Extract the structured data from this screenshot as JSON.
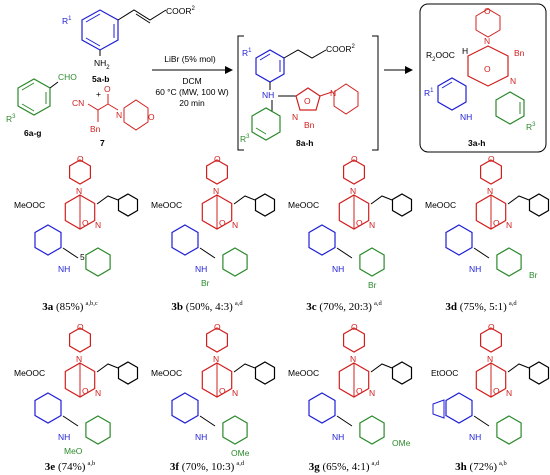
{
  "top": {
    "r1": "R",
    "r1_sup": "1",
    "nh2": "NH",
    "nh2_sub": "2",
    "ester": "COOR",
    "ester_sup": "2",
    "label_5": "5a-b",
    "plus": "+",
    "cho": "CHO",
    "r3": "R",
    "r3_sup": "3",
    "label_6": "6a-g",
    "cn": "CN",
    "bn": "Bn",
    "label_7": "7",
    "conditions": [
      "LiBr (5% mol)",
      "DCM",
      "60 °C (MW, 100 W)",
      "20 min"
    ],
    "label_8": "8a-h",
    "label_3": "3a-h",
    "r2ooc": "R",
    "r2ooc_sup": "2",
    "r2ooc_tail": "OOC",
    "h": "H",
    "n": "N",
    "o": "O"
  },
  "products": [
    {
      "id": "3a",
      "ring": "MeOOC",
      "sub": "",
      "yield": "(85%)",
      "sup": "a,b,c"
    },
    {
      "id": "3b",
      "ring": "MeOOC",
      "sub": "Br",
      "yield": "(50%, 4:3)",
      "sup": "a,d"
    },
    {
      "id": "3c",
      "ring": "MeOOC",
      "sub": "Br",
      "yield": "(70%, 20:3)",
      "sup": "a,d"
    },
    {
      "id": "3d",
      "ring": "MeOOC",
      "sub": "Br",
      "yield": "(75%, 5:1)",
      "sup": "a,d"
    },
    {
      "id": "3e",
      "ring": "MeOOC",
      "sub": "MeO",
      "yield": "(74%)",
      "sup": "a,b"
    },
    {
      "id": "3f",
      "ring": "MeOOC",
      "sub": "OMe",
      "yield": "(70%, 10:3)",
      "sup": "a,d"
    },
    {
      "id": "3g",
      "ring": "MeOOC",
      "sub": "OMe",
      "yield": "(65%, 4:1)",
      "sup": "a,d"
    },
    {
      "id": "3h",
      "ring": "EtOOC",
      "sub": "",
      "yield": "(72%)",
      "sup": "a,b"
    }
  ],
  "atoms": {
    "nh": "NH",
    "n": "N",
    "o": "O",
    "five": "5"
  },
  "colors": {
    "black": "#000000",
    "blue": "#1f1fd6",
    "red": "#d0201e",
    "green": "#2c8a2c"
  }
}
